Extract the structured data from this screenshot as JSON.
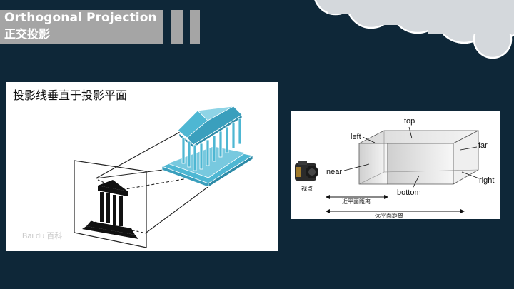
{
  "header": {
    "title_en": "Orthogonal Projection",
    "title_zh": "正交投影"
  },
  "left_figure": {
    "caption": "投影线垂直于投影平面",
    "watermark": "Bai du 百科"
  },
  "right_figure": {
    "labels": {
      "top": "top",
      "left": "left",
      "far": "far",
      "near": "near",
      "right": "right",
      "bottom": "bottom",
      "viewpoint": "视点",
      "near_distance": "近平面距离",
      "far_distance": "远平面距离"
    }
  },
  "colors": {
    "background": "#0e2738",
    "title_bar": "#a5a5a5",
    "cloud": "#d4d8dc",
    "temple_blue": "#4eb7d3"
  }
}
